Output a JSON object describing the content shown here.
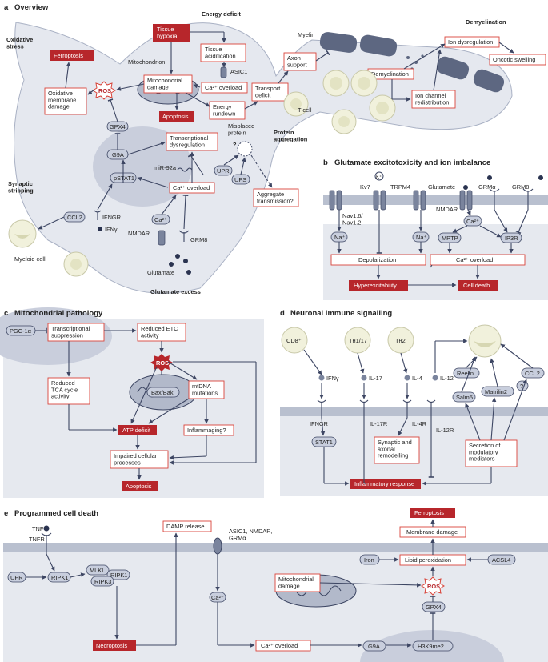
{
  "panel_a": {
    "letter": "a",
    "title": "Overview",
    "oxidative_stress": "Oxidative\nstress",
    "energy_deficit": "Energy deficit",
    "demyelination_head": "Demyelination",
    "protein_aggregation": "Protein\naggregation",
    "synaptic_stripping": "Synaptic\nstripping",
    "glutamate_excess": "Glutamate excess",
    "ferroptosis": "Ferroptosis",
    "oxidative_membrane_damage": "Oxidative\nmembrane\ndamage",
    "ros": "ROS",
    "mitochondrion": "Mitochondrion",
    "tissue_hypoxia": "Tissue\nhypoxia",
    "tissue_acidification": "Tissue\nacidification",
    "asic1": "ASIC1",
    "ca_overload_top": "Ca²⁺ overload",
    "mitochondrial_damage": "Mitochondrial\ndamage",
    "energy_rundown": "Energy\nrundown",
    "apoptosis": "Apoptosis",
    "transport_deficit": "Transport\ndeficit",
    "axon_support": "Axon\nsupport",
    "myelin": "Myelin",
    "demyelination_box": "Demyelination",
    "ion_dysregulation": "Ion dysregulation",
    "oncotic_swelling": "Oncotic swelling",
    "ion_channel_redistribution": "Ion channel\nredistribution",
    "t_cell": "T cell",
    "gpx4": "GPX4",
    "g9a": "G9A",
    "transcriptional_dysregulation": "Transcriptional\ndysregulation",
    "mir92a": "miR-92a",
    "misplaced_protein": "Misplaced\nprotein",
    "question": "?",
    "upr": "UPR",
    "ups": "UPS",
    "aggregate_transmission": "Aggregate\ntransmission?",
    "pstat1": "pSTAT1",
    "ca_overload_mid": "Ca²⁺ overload",
    "ccl2": "CCL2",
    "ifngr": "IFNGR",
    "ifng": "IFNγ",
    "myeloid_cell": "Myeloid cell",
    "ca2": "Ca²⁺",
    "nmdar": "NMDAR",
    "grm8": "GRM8",
    "glutamate": "Glutamate"
  },
  "panel_b": {
    "letter": "b",
    "title": "Glutamate excitotoxicity and ion imbalance",
    "k": "K⁺",
    "kv7": "Kv7",
    "trpm4": "TRPM4",
    "glutamate": "Glutamate",
    "grma": "GRMα",
    "grm8": "GRM8",
    "nmdar": "NMDAR",
    "nav": "Nav1.6/\nNav1.2",
    "na1": "Na⁺",
    "na2": "Na⁺",
    "ca2": "Ca²⁺",
    "mptp": "MPTP",
    "ip3r": "IP3R",
    "depolarization": "Depolarization",
    "ca_overload": "Ca²⁺ overload",
    "hyperexcitability": "Hyperexcitability",
    "cell_death": "Cell death"
  },
  "panel_c": {
    "letter": "c",
    "title": "Mitochondrial pathology",
    "pgc1a": "PGC-1α",
    "transcriptional_suppression": "Transcriptional\nsuppression",
    "reduced_etc": "Reduced ETC\nactivity",
    "ros": "ROS",
    "reduced_tca": "Reduced\nTCA cycle\nactivity",
    "bax_bak": "Bax/Bak",
    "mtdna": "mtDNA\nmutations",
    "atp_deficit": "ATP deficit",
    "inflammaging": "Inflammaging?",
    "impaired": "Impaired cellular\nprocesses",
    "apoptosis": "Apoptosis"
  },
  "panel_d": {
    "letter": "d",
    "title": "Neuronal immune signalling",
    "cd8": "CD8⁺",
    "th17": "Tʜ1/17",
    "th2": "Tʜ2",
    "ifng": "IFNγ",
    "il17": "IL-17",
    "il4": "IL-4",
    "il12": "IL-12",
    "ifngr": "IFNGR",
    "il17r": "IL-17R",
    "il4r": "IL-4R",
    "il12r": "IL-12R",
    "stat1": "STAT1",
    "synaptic": "Synaptic and\naxonal\nremodelling",
    "reelin": "Reelin",
    "salm5": "Salm5",
    "matrilin2": "Matrilin2",
    "ccl2": "CCL2",
    "q": "?",
    "secretion": "Secretion of\nmodulatory\nmediators",
    "inflammatory_response": "Inflammatory response"
  },
  "panel_e": {
    "letter": "e",
    "title": "Programmed cell death",
    "tnf": "TNF",
    "tnfr": "TNFR",
    "damp": "DAMP release",
    "receptors": "ASIC1, NMDAR,\nGRMα",
    "ferroptosis": "Ferroptosis",
    "membrane_damage": "Membrane damage",
    "iron": "Iron",
    "lipid_peroxidation": "Lipid peroxidation",
    "acsl4": "ACSL4",
    "upr": "UPR",
    "ripk1a": "RIPK1",
    "mlkl": "MLKL",
    "ripk1b": "RIPK1",
    "ripk3": "RIPK3",
    "mito_damage": "Mitochondrial\ndamage",
    "ros": "ROS",
    "gpx4": "GPX4",
    "ca2": "Ca²⁺",
    "necroptosis": "Necroptosis",
    "ca_overload": "Ca²⁺ overload",
    "g9a": "G9A",
    "h3k9me2": "H3K9me2"
  }
}
